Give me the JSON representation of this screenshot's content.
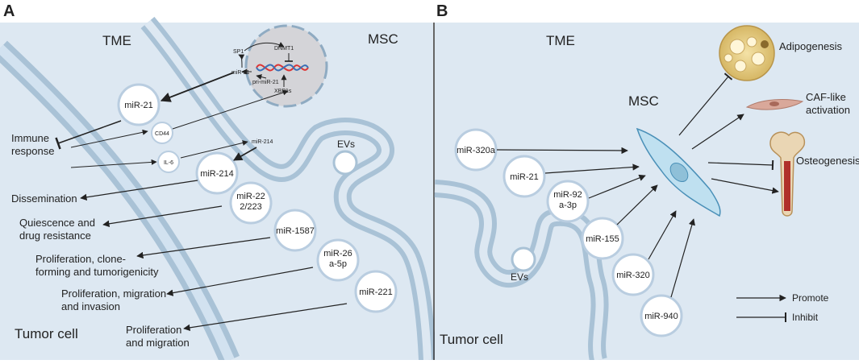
{
  "panel_a": {
    "letter": "A",
    "region_tme": "TME",
    "region_msc": "MSC",
    "region_tumor": "Tumor cell",
    "evs_label": "EVs",
    "nucleus": {
      "sp1": "SP1",
      "dnmt1": "DNMT1",
      "mir21": "miR-21",
      "pri_mir21": "pri-miR-21",
      "xbp1s": "XBP1s"
    },
    "small_circles": {
      "cd44": "CD44",
      "il6": "IL-6"
    },
    "mir214_arrow_label": "miR-214",
    "vesicles": [
      "miR-21",
      "miR-214",
      "miR-222/223",
      "miR-1587",
      "miR-26a-5p",
      "miR-221"
    ],
    "effects": {
      "immune": [
        "Immune",
        "response"
      ],
      "dissemination": [
        "Dissemination"
      ],
      "quiescence": [
        "Quiescence and",
        "drug resistance"
      ],
      "proliferation_clone": [
        "Proliferation, clone-",
        "forming and tumorigenicity"
      ],
      "proliferation_migration_invasion": [
        "Proliferation, migration",
        "and invasion"
      ],
      "proliferation_migration": [
        "Proliferation",
        "and migration"
      ]
    }
  },
  "panel_b": {
    "letter": "B",
    "region_tme": "TME",
    "region_msc": "MSC",
    "region_tumor": "Tumor cell",
    "evs_label": "EVs",
    "vesicles": [
      "miR-320a",
      "miR-21",
      "miR-92a-3p",
      "miR-155",
      "miR-320",
      "miR-940"
    ],
    "outcomes": {
      "adipogenesis": [
        "Adipogenesis"
      ],
      "caf": [
        "CAF-like",
        "activation"
      ],
      "osteogenesis": [
        "Osteogenesis"
      ]
    },
    "legend": {
      "promote": "Promote",
      "inhibit": "Inhibit"
    }
  },
  "colors": {
    "background": "#dde8f2",
    "membrane": "#a9c2d6",
    "membrane_dark": "#8fabc2",
    "arrow": "#222222"
  }
}
